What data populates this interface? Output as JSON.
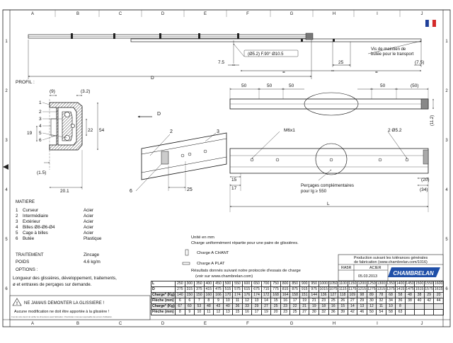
{
  "frame": {
    "col_letters": [
      "A",
      "B",
      "C",
      "D",
      "E",
      "F",
      "G",
      "H",
      "I",
      "J"
    ],
    "row_numbers": [
      "1",
      "2",
      "3",
      "4",
      "5",
      "6"
    ]
  },
  "top_view": {
    "d_label": "D",
    "dim_7_5_left": "7.5",
    "dim_25": "25",
    "dim_7_5_right": "(7.5)",
    "hole_callout": "(Ø5.2)  F.90°  Ø10.5",
    "stop_note_line1": "Vis de maintien de",
    "stop_note_line2": "butée pour le transport",
    "eq_mark": "="
  },
  "profile": {
    "title": "PROFIL :",
    "dim_9": "(9)",
    "dim_3_2": "(3.2)",
    "dim_19": "19",
    "dim_22": "22",
    "dim_54": "54",
    "dim_1_5": "(1.5)",
    "dim_20_1": "20.1",
    "parts": [
      "1",
      "2",
      "3",
      "4",
      "5",
      "6"
    ]
  },
  "iso_view": {
    "arrow_label": "D",
    "dim_25": "25",
    "callouts": [
      "2",
      "3",
      "6"
    ]
  },
  "front_view": {
    "dims_50": [
      "50",
      "50",
      "50",
      "50",
      "(50)"
    ],
    "dim_11_2": "(11.2)",
    "m6": "M6x1",
    "holes": "2 Ø5.2",
    "dim_15": "15",
    "dim_17": "17",
    "dim_20": "(20)",
    "dim_34": "(34)",
    "extra_holes_line1": "Perçages complémentaires",
    "extra_holes_line2": "pour lg ≥ 550",
    "l_label": "L"
  },
  "materials": {
    "title": "MATIERE",
    "rows": [
      {
        "n": "1",
        "part": "Curseur",
        "mat": "Acier"
      },
      {
        "n": "2",
        "part": "Intermédiaire",
        "mat": "Acier"
      },
      {
        "n": "3",
        "part": "Extérieur",
        "mat": "Acier"
      },
      {
        "n": "4",
        "part": "Billes Ø8-Ø6-Ø4",
        "mat": "Acier"
      },
      {
        "n": "5",
        "part": "Cage à billes",
        "mat": "Acier"
      },
      {
        "n": "6",
        "part": "Butée",
        "mat": "Plastique"
      }
    ],
    "traitement_label": "TRAITEMENT",
    "traitement_value": "Zincage",
    "poids_label": "POIDS",
    "poids_value": "4.6 kg/m",
    "options_title": "OPTIONS :",
    "options_text_line1": "Longueur des glissières, développement, traitements,",
    "options_text_line2": "ø et entraxes de perçages sur demande."
  },
  "notes": {
    "unit": "Unité en mm",
    "charge_note": "Charge uniformément répartie pour une paire de glissières.",
    "chant": "Charge A CHANT",
    "plat": "Charge A PLAT",
    "results_line1": "Résultats donnés suivant notre protocole d'essais de charge",
    "results_line2": "(voir sur www.chambrelan.com)"
  },
  "warning": {
    "line1": "NE JAMAIS DEMONTER LA GLISSIERE !",
    "line2": "Aucune modification ne doit être apportée à la glissière !",
    "fine_print": "Il est de votre devoir de vérifier les dimensions avant fabrication. Chambrelan n'est pas responsable des erreurs d'utilisation."
  },
  "title_block": {
    "tolerance_line1": "Production suivant les tolérances générales",
    "tolerance_line2": "de fabrication (www.chambrelan.com/1016)",
    "ref": "RA5R",
    "material": "ACIER",
    "date": "05.03.2013",
    "logo": "CHAMBRELAN",
    "flag_colors": [
      "#1f3f99",
      "#ffffff",
      "#d42a2a"
    ]
  },
  "load_table": {
    "L_label": "L",
    "D_label": "D",
    "charge_label": "Charge* (Kg)",
    "fleche_label": "Flèche   (mm)",
    "L": [
      "250",
      "300",
      "350",
      "400",
      "450",
      "500",
      "550",
      "600",
      "650",
      "700",
      "750",
      "800",
      "850",
      "900",
      "950",
      "1000",
      "1050",
      "1100",
      "1150",
      "1200",
      "1250",
      "1300",
      "1350",
      "1400",
      "1450",
      "1500",
      "1550",
      "1600"
    ],
    "D": [
      "275",
      "315",
      "375",
      "415",
      "475",
      "515",
      "575",
      "615",
      "675",
      "715",
      "775",
      "815",
      "875",
      "915",
      "975",
      "1015",
      "1075",
      "1115",
      "1175",
      "1215",
      "1275",
      "1315",
      "1375",
      "1415",
      "1475",
      "1515",
      "1575",
      "1615"
    ],
    "chant_charge": [
      "140",
      "150",
      "150",
      "160",
      "166",
      "170",
      "174",
      "176",
      "174",
      "172",
      "168",
      "164",
      "158",
      "151",
      "144",
      "136",
      "127",
      "118",
      "109",
      "98",
      "89",
      "78",
      "68",
      "58",
      "48",
      "38",
      "29",
      "20"
    ],
    "chant_fleche": [
      "6",
      "6",
      "7",
      "8",
      "9",
      "10",
      "11",
      "12",
      "13",
      "14",
      "15",
      "16",
      "17",
      "19",
      "21",
      "23",
      "25",
      "26",
      "27",
      "29",
      "30",
      "32",
      "34",
      "36",
      "38",
      "40",
      "42",
      "44"
    ],
    "plat_charge": [
      "67",
      "60",
      "53",
      "48",
      "43",
      "40",
      "36",
      "33",
      "29",
      "27",
      "25",
      "23",
      "22",
      "21",
      "19",
      "18",
      "16",
      "15",
      "14",
      "13",
      "12",
      "11",
      "10",
      "8",
      "",
      "",
      "",
      ""
    ],
    "plat_fleche": [
      "8",
      "9",
      "10",
      "11",
      "12",
      "13",
      "15",
      "16",
      "17",
      "19",
      "20",
      "23",
      "25",
      "27",
      "30",
      "32",
      "36",
      "39",
      "42",
      "46",
      "50",
      "54",
      "58",
      "63",
      "",
      "",
      "",
      ""
    ]
  }
}
